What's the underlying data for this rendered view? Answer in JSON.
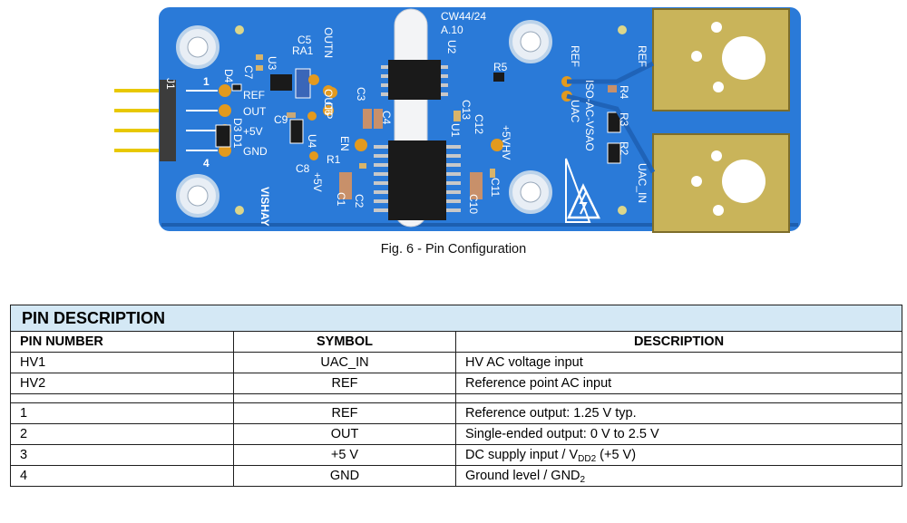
{
  "board": {
    "connector": "J1",
    "pins": {
      "p1": "1",
      "p4": "4"
    },
    "pin_labels": {
      "ref": "REF",
      "out": "OUT",
      "v5": "+5V",
      "gnd": "GND"
    },
    "ref_labels": {
      "c5": "C5",
      "ra1": "RA1",
      "u3": "U3",
      "c7": "C7",
      "d4": "D4",
      "d3": "D3",
      "d1": "D1",
      "c9": "C9",
      "c6": "C6",
      "u4": "U4",
      "c8": "C8",
      "r1": "R1",
      "c1": "C1",
      "c2": "C2",
      "c3": "C3",
      "c4": "C4",
      "u2": "U2",
      "u1": "U1",
      "c13": "C13",
      "c12": "C12",
      "c10": "C10",
      "c11": "C11",
      "r5": "R5",
      "r4": "R4",
      "r3": "R3",
      "r2": "R2"
    },
    "net_labels": {
      "outn": "OUTN",
      "outp": "OUTP",
      "en": "EN",
      "plus5v": "+5V",
      "plus5vhv": "+5VHV",
      "ref": "REF",
      "uac": "UAC",
      "iso": "ISO-AC-VSAO",
      "ref_hv": "REF",
      "uac_in": "UAC_IN"
    },
    "version": {
      "line1": "CW44/24",
      "line2": "A.10"
    },
    "logo": "VISHAY",
    "colors": {
      "pcb": "#2a7ad8",
      "pad": "#e39a1e",
      "gold": "#c9b45a",
      "pin": "#e8c800",
      "ic": "#1a1a1a"
    }
  },
  "caption": "Fig. 6 - Pin Configuration",
  "table": {
    "title": "PIN DESCRIPTION",
    "headers": {
      "pin_number": "PIN NUMBER",
      "symbol": "SYMBOL",
      "description": "DESCRIPTION"
    },
    "hv_rows": [
      {
        "pin": "HV1",
        "symbol": "UAC_IN",
        "description": "HV AC voltage input"
      },
      {
        "pin": "HV2",
        "symbol": "REF",
        "description": "Reference point AC input"
      }
    ],
    "rows": [
      {
        "pin": "1",
        "symbol": "REF",
        "description": "Reference output: 1.25 V typ."
      },
      {
        "pin": "2",
        "symbol": "OUT",
        "description": "Single-ended output: 0 V to 2.5 V"
      },
      {
        "pin": "3",
        "symbol": "+5 V",
        "description_main": "DC supply input / V",
        "description_sub": "DD2",
        "description_tail": " (+5 V)"
      },
      {
        "pin": "4",
        "symbol": "GND",
        "description_main": "Ground level / GND",
        "description_sub": "2",
        "description_tail": ""
      }
    ]
  }
}
